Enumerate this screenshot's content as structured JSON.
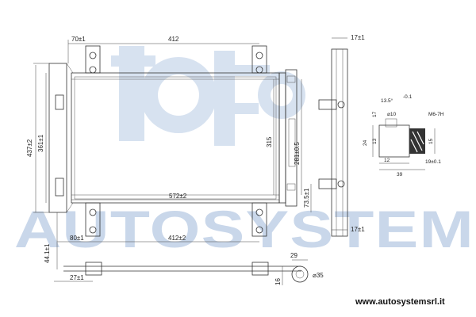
{
  "watermark": {
    "text": "AUTOSYSTEM",
    "color": "#c9d7ea"
  },
  "website": "www.autosystemsrl.it",
  "dimensions": {
    "top_offset": "70±1",
    "top_width": "412",
    "right_thickness_top": "17±1",
    "overall_height": "437±2",
    "inner_height": "361±1",
    "core_height": "315",
    "core_width": "572±2",
    "bracket_span": "281±0.5",
    "bracket_offset": "73.5±1",
    "bottom_offset": "80±1",
    "bottom_width": "412±2",
    "side_offset": "44.1±1",
    "right_thickness_bottom": "17±1",
    "pipe_offset": "27±1",
    "pipe_end_width": "29",
    "pipe_height": "16",
    "pipe_diameter": "⌀35",
    "angle_tol": "13.5°",
    "angle_tol_sup": "-0.1",
    "bore": "⌀10",
    "dim_17": "17",
    "dim_13": "13",
    "dim_24": "24",
    "thread": "M6-7H",
    "dim_15": "15",
    "dim_12": "12",
    "dim_19": "19±0.1",
    "dim_39": "39"
  }
}
